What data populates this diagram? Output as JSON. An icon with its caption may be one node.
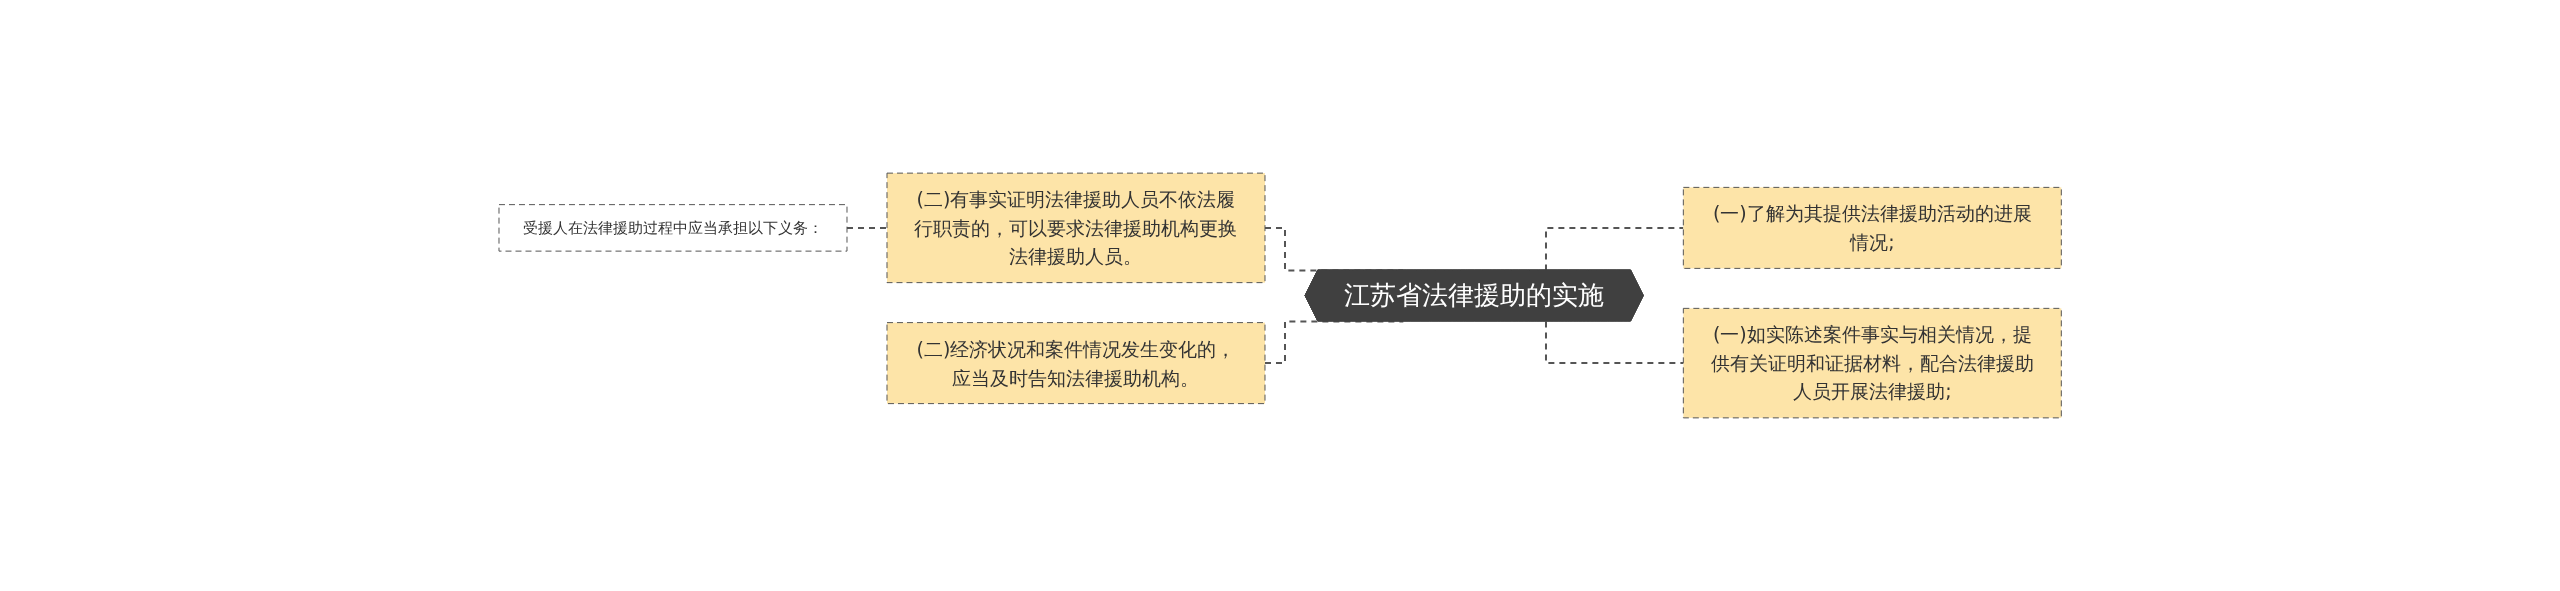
{
  "diagram": {
    "nodes": [
      {
        "text": [
          "受援人在法律援助过程中应当承担以下义务："
        ]
      },
      {
        "text": [
          "(二)有事实证明法律援助人员不依法履行职责的，可以要求法律援助机构更换法律援助人员。"
        ]
      },
      {
        "text": [
          "(二)经济状况和案件情况发生变化的，应当及时告知法律援助机构。"
        ]
      },
      {
        "text": [
          "江苏省法律援助的实施"
        ]
      },
      {
        "text": [
          "(一)了解为其提供法律援助活动的进展情况;"
        ]
      },
      {
        "text": [
          "(一)如实陈述案件事实与相关情况，提供有关证明和证据材料，配合法律援助人员开展法律援助;"
        ]
      }
    ],
    "edges": [
      {
        "from": 0,
        "to": 1,
        "arrow": "none",
        "style": "dashed"
      },
      {
        "from": 1,
        "to": 3,
        "arrow": "none",
        "style": "dashed"
      },
      {
        "from": 2,
        "to": 3,
        "arrow": "none",
        "style": "dashed"
      },
      {
        "from": 3,
        "to": 4,
        "arrow": "none",
        "style": "dashed"
      },
      {
        "from": 3,
        "to": 5,
        "arrow": "none",
        "style": "dashed"
      }
    ]
  }
}
